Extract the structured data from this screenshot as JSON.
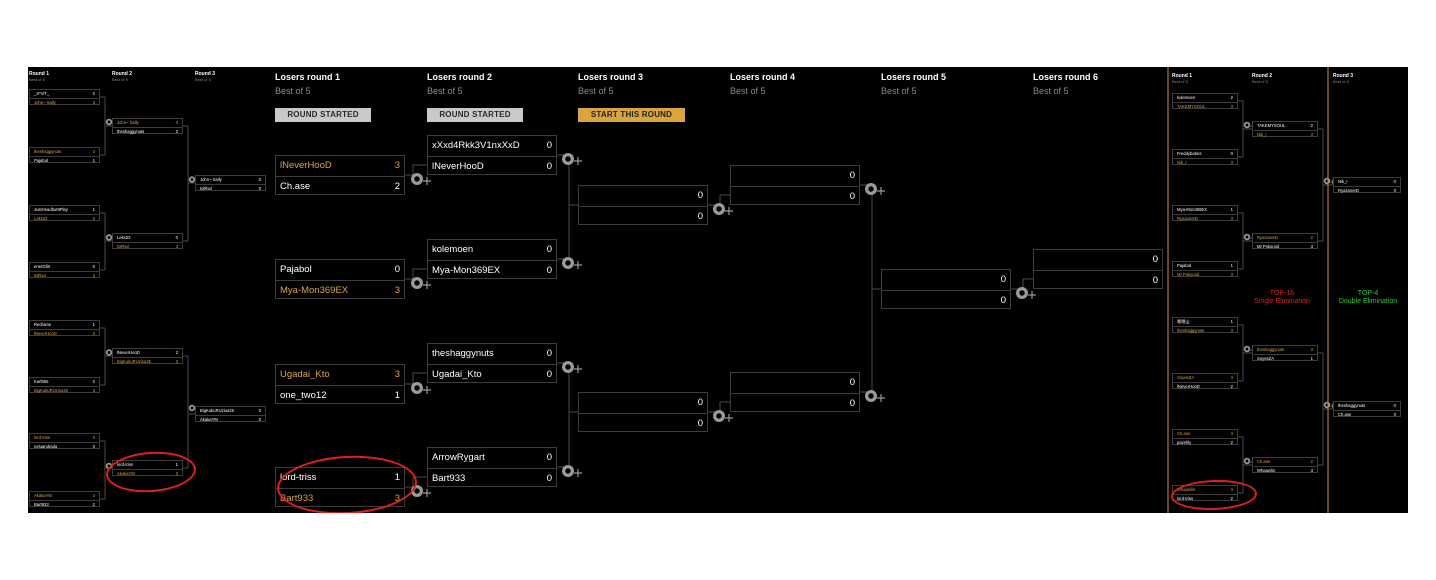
{
  "left_bracket": {
    "rounds": [
      {
        "title": "Round 1",
        "subtitle": "Best of 5"
      },
      {
        "title": "Round 2",
        "subtitle": "Best of 5"
      },
      {
        "title": "Round 3",
        "subtitle": "Best of 5"
      }
    ],
    "matches": [
      [
        {
          "name": "_S*ViT_",
          "score": "2",
          "s": "lose"
        },
        {
          "name": "John~ Sally",
          "score": "3",
          "s": "win"
        }
      ],
      [
        {
          "name": "theshaggynuts",
          "score": "3",
          "s": "win"
        },
        {
          "name": "Pajabol",
          "score": "1",
          "s": "lose"
        }
      ],
      [
        {
          "name": "JustHeadbutItPlay",
          "score": "1",
          "s": "lose"
        },
        {
          "name": "Leks22",
          "score": "3",
          "s": "win"
        }
      ],
      [
        {
          "name": "enerGllX",
          "score": "0",
          "s": "lose"
        },
        {
          "name": "tolRial",
          "score": "3",
          "s": "win"
        }
      ],
      [
        {
          "name": "Redrame",
          "score": "1",
          "s": "lose"
        },
        {
          "name": "lNeverHooD",
          "score": "3",
          "s": "win"
        }
      ],
      [
        {
          "name": "Karl555",
          "score": "2",
          "s": "lose"
        },
        {
          "name": "BigKukuRUzina25",
          "score": "3",
          "s": "win"
        }
      ],
      [
        {
          "name": "lord-triss",
          "score": "3",
          "s": "win"
        },
        {
          "name": "neluandrada",
          "score": "0",
          "s": "lose"
        }
      ],
      [
        {
          "name": "AkakaYM",
          "score": "3",
          "s": "win"
        },
        {
          "name": "Bart933",
          "score": "2",
          "s": "lose"
        }
      ],
      [
        {
          "name": "John~ Sally",
          "score": "3",
          "s": "win"
        },
        {
          "name": "theshaggynuts",
          "score": "2",
          "s": "lose"
        }
      ],
      [
        {
          "name": "Leks22",
          "score": "0",
          "s": "lose"
        },
        {
          "name": "tolRial",
          "score": "3",
          "s": "win"
        }
      ],
      [
        {
          "name": "lNeverHooD",
          "score": "2",
          "s": "lose"
        },
        {
          "name": "BigKukuRUzina25",
          "score": "3",
          "s": "win"
        }
      ],
      [
        {
          "name": "lord-triss",
          "score": "1",
          "s": "lose"
        },
        {
          "name": "AkakaYM",
          "score": "3",
          "s": "win"
        }
      ],
      [
        {
          "name": "John~ Sally",
          "score": "0",
          "s": "lose"
        },
        {
          "name": "tolRial",
          "score": "0",
          "s": "lose"
        }
      ],
      [
        {
          "name": "BigKukuRUzina25",
          "score": "0",
          "s": "lose"
        },
        {
          "name": "AkakaYM",
          "score": "0",
          "s": "lose"
        }
      ]
    ]
  },
  "losers": {
    "rounds": [
      {
        "title": "Losers round 1",
        "subtitle": "Best of 5",
        "badge": "ROUND STARTED"
      },
      {
        "title": "Losers round 2",
        "subtitle": "Best of 5",
        "badge": "ROUND STARTED"
      },
      {
        "title": "Losers round 3",
        "subtitle": "Best of 5",
        "badge": "START THIS ROUND"
      },
      {
        "title": "Losers round 4",
        "subtitle": "Best of 5"
      },
      {
        "title": "Losers round 5",
        "subtitle": "Best of 5"
      },
      {
        "title": "Losers round 6",
        "subtitle": "Best of 5"
      }
    ],
    "matches": [
      [
        {
          "name": "lNeverHooD",
          "score": "3",
          "s": "win"
        },
        {
          "name": "Ch.ase",
          "score": "2",
          "s": "lose"
        }
      ],
      [
        {
          "name": "Pajabol",
          "score": "0",
          "s": "lose"
        },
        {
          "name": "Mya-Mon369EX",
          "score": "3",
          "s": "win"
        }
      ],
      [
        {
          "name": "Ugadai_Kto",
          "score": "3",
          "s": "win"
        },
        {
          "name": "one_two12",
          "score": "1",
          "s": "lose"
        }
      ],
      [
        {
          "name": "lord-triss",
          "score": "1",
          "s": "lose"
        },
        {
          "name": "Bart933",
          "score": "3",
          "s": "win"
        }
      ],
      [
        {
          "name": "xXxd4Rkk3V1nxXxD",
          "score": "0",
          "s": "neu"
        },
        {
          "name": "lNeverHooD",
          "score": "0",
          "s": "neu"
        }
      ],
      [
        {
          "name": "kolemoen",
          "score": "0",
          "s": "neu"
        },
        {
          "name": "Mya-Mon369EX",
          "score": "0",
          "s": "neu"
        }
      ],
      [
        {
          "name": "theshaggynuts",
          "score": "0",
          "s": "neu"
        },
        {
          "name": "Ugadai_Kto",
          "score": "0",
          "s": "neu"
        }
      ],
      [
        {
          "name": "ArrowRygart",
          "score": "0",
          "s": "neu"
        },
        {
          "name": "Bart933",
          "score": "0",
          "s": "neu"
        }
      ],
      [
        {
          "name": "",
          "score": "0",
          "s": "neu"
        },
        {
          "name": "",
          "score": "0",
          "s": "neu"
        }
      ],
      [
        {
          "name": "",
          "score": "0",
          "s": "neu"
        },
        {
          "name": "",
          "score": "0",
          "s": "neu"
        }
      ],
      [
        {
          "name": "",
          "score": "0",
          "s": "neu"
        },
        {
          "name": "",
          "score": "0",
          "s": "neu"
        }
      ],
      [
        {
          "name": "",
          "score": "0",
          "s": "neu"
        },
        {
          "name": "",
          "score": "0",
          "s": "neu"
        }
      ],
      [
        {
          "name": "",
          "score": "0",
          "s": "neu"
        },
        {
          "name": "",
          "score": "0",
          "s": "neu"
        }
      ],
      [
        {
          "name": "",
          "score": "0",
          "s": "neu"
        },
        {
          "name": "",
          "score": "0",
          "s": "neu"
        }
      ]
    ]
  },
  "right_bracket": {
    "rounds": [
      {
        "title": "Round 1",
        "subtitle": "Best of 5"
      },
      {
        "title": "Round 2",
        "subtitle": "Best of 5"
      },
      {
        "title": "Round 3",
        "subtitle": "Best of 5"
      }
    ],
    "matches": [
      [
        {
          "name": "kolemoen",
          "score": "2",
          "s": "lose"
        },
        {
          "name": "TAKEMYSOUL",
          "score": "3",
          "s": "win"
        }
      ],
      [
        {
          "name": "Freddybabes",
          "score": "0",
          "s": "lose"
        },
        {
          "name": "Nik_r",
          "score": "3",
          "s": "win"
        }
      ],
      [
        {
          "name": "Mya-Mon369EX",
          "score": "1",
          "s": "lose"
        },
        {
          "name": "RyazanerD",
          "score": "3",
          "s": "win"
        }
      ],
      [
        {
          "name": "Pajabol",
          "score": "1",
          "s": "lose"
        },
        {
          "name": "Mr.Pokound",
          "score": "3",
          "s": "win"
        }
      ],
      [
        {
          "name": "嗯嗯山",
          "score": "1",
          "s": "lose"
        },
        {
          "name": "theshaggynuts",
          "score": "3",
          "s": "win"
        }
      ],
      [
        {
          "name": "SoyesZA",
          "score": "3",
          "s": "win"
        },
        {
          "name": "lNeverHooD",
          "score": "2",
          "s": "lose"
        }
      ],
      [
        {
          "name": "Ch.ase",
          "score": "3",
          "s": "win"
        },
        {
          "name": "pavshly",
          "score": "2",
          "s": "lose"
        }
      ],
      [
        {
          "name": "Whaanilin",
          "score": "3",
          "s": "win"
        },
        {
          "name": "lord-triss",
          "score": "2",
          "s": "lose"
        }
      ],
      [
        {
          "name": "TAKEMYSOUL",
          "score": "2",
          "s": "lose"
        },
        {
          "name": "Nik_r",
          "score": "3",
          "s": "win"
        }
      ],
      [
        {
          "name": "RyazanerD",
          "score": "2",
          "s": "win"
        },
        {
          "name": "Mr.Pokound",
          "score": "3",
          "s": "lose"
        }
      ],
      [
        {
          "name": "theshaggynuts",
          "score": "3",
          "s": "win"
        },
        {
          "name": "SoyesZA",
          "score": "1",
          "s": "lose"
        }
      ],
      [
        {
          "name": "Ch.ase",
          "score": "2",
          "s": "win"
        },
        {
          "name": "Whaanilin",
          "score": "3",
          "s": "lose"
        }
      ],
      [
        {
          "name": "Nik_r",
          "score": "0",
          "s": "lose"
        },
        {
          "name": "RyazanerD",
          "score": "0",
          "s": "lose"
        }
      ],
      [
        {
          "name": "theshaggynuts",
          "score": "0",
          "s": "lose"
        },
        {
          "name": "Ch.ase",
          "score": "0",
          "s": "lose"
        }
      ]
    ]
  },
  "annotations": {
    "top16": "TOP-16\nSingle Elimination",
    "top4": "TOP-4\nDouble Elimination"
  },
  "colors": {
    "winner": "#d9a63a",
    "annotation_red": "#e0201c",
    "annotation_green": "#2ecc40",
    "divider_orange": "#d9873a"
  }
}
